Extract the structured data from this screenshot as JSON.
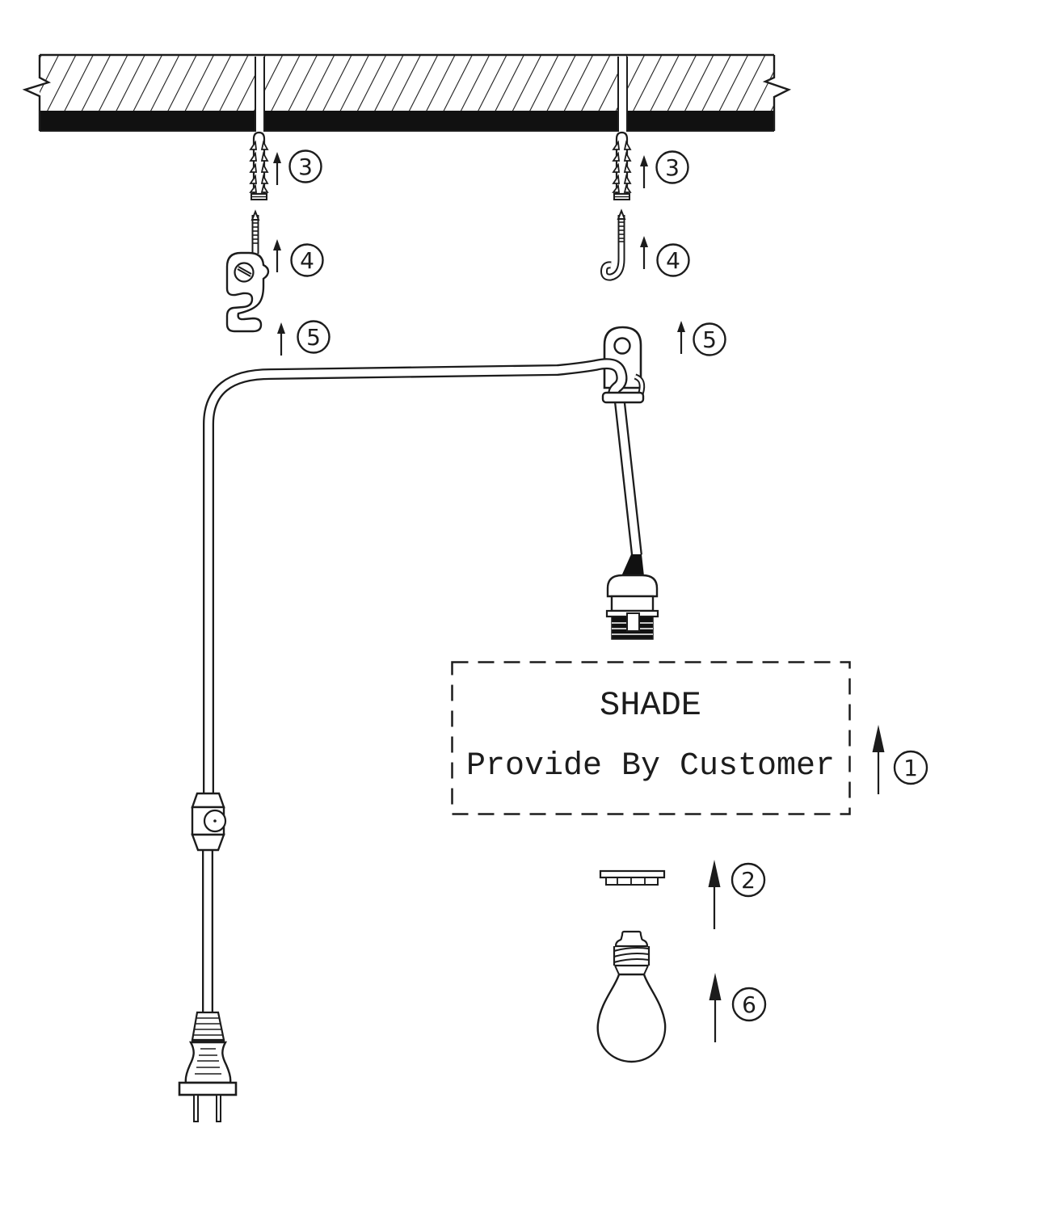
{
  "colors": {
    "line": "#1c1c1c",
    "background": "#ffffff",
    "solid_fill": "#111111"
  },
  "shade_box": {
    "title": "SHADE",
    "subtitle": "Provide By Customer"
  },
  "steps": {
    "s1": "1",
    "s2": "2",
    "s3": "3",
    "s4": "4",
    "s5": "5",
    "s6": "6"
  }
}
